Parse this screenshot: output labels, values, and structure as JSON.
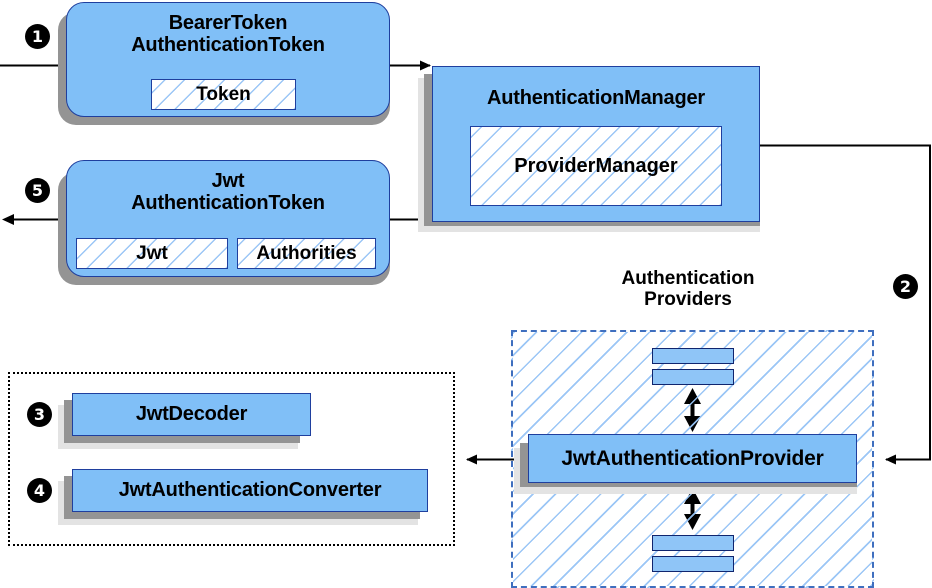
{
  "diagram": {
    "title": "Spring Security JWT Bearer Token Authentication Flow",
    "accent_fill": "#80bff7",
    "accent_border": "#1f3f9e",
    "shadow_color": "#949494",
    "hatch_color": "#96c3f5",
    "dashed_container_color": "#3f6fbf"
  },
  "nodes": {
    "bearer_token": {
      "title_line1": "BearerToken",
      "title_line2": "AuthenticationToken",
      "field_token": "Token"
    },
    "jwt_token": {
      "title_line1": "Jwt",
      "title_line2": "AuthenticationToken",
      "field_jwt": "Jwt",
      "field_authorities": "Authorities"
    },
    "authentication_manager": {
      "title": "AuthenticationManager",
      "field_provider_manager": "ProviderManager"
    },
    "authentication_providers": {
      "caption_line1": "Authentication",
      "caption_line2": "Providers"
    },
    "jwt_authentication_provider": {
      "title": "JwtAuthenticationProvider"
    },
    "jwt_decoder": {
      "title": "JwtDecoder"
    },
    "jwt_authentication_converter": {
      "title": "JwtAuthenticationConverter"
    }
  },
  "step_markers": [
    {
      "id": "step-1",
      "label": "❶",
      "number": "1"
    },
    {
      "id": "step-2",
      "label": "❷",
      "number": "2"
    },
    {
      "id": "step-3",
      "label": "❸",
      "number": "3"
    },
    {
      "id": "step-4",
      "label": "❹",
      "number": "4"
    },
    {
      "id": "step-5",
      "label": "❺",
      "number": "5"
    }
  ]
}
